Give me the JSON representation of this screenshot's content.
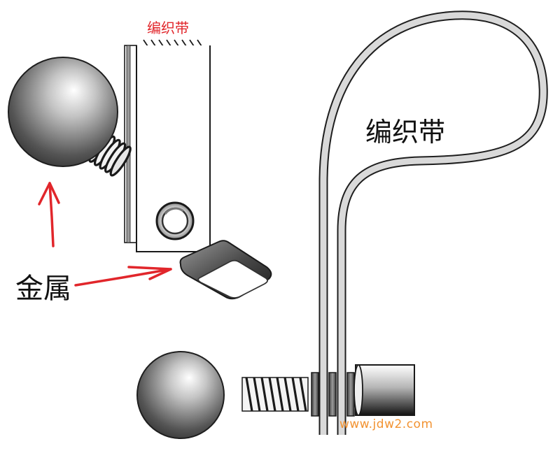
{
  "labels": {
    "strap_top": "编织带",
    "strap_right": "编织带",
    "metal": "金属",
    "watermark": "www.jdw2.com"
  },
  "colors": {
    "annotation_red": "#e1262b",
    "watermark_orange": "#f29332",
    "text_black": "#111111",
    "strap_fill": "#d9d9d9",
    "outline": "#1a1a1a"
  }
}
